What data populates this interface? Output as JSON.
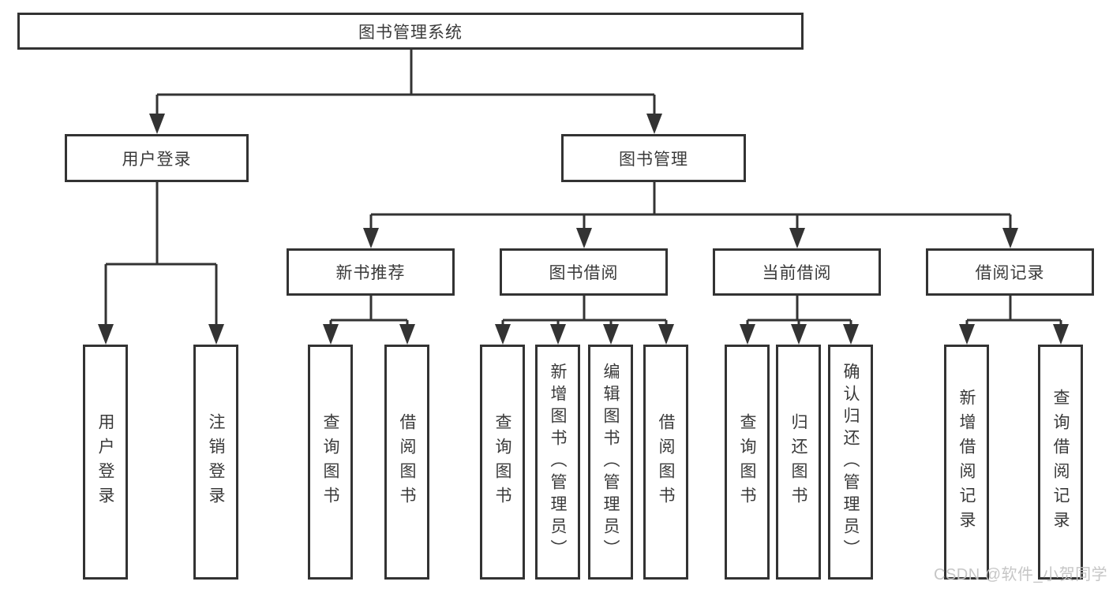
{
  "diagram": {
    "root": {
      "label": "图书管理系统"
    },
    "branches": [
      {
        "label": "用户登录",
        "children": [
          {
            "label": "用户登录"
          },
          {
            "label": "注销登录"
          }
        ]
      },
      {
        "label": "图书管理",
        "groups": [
          {
            "label": "新书推荐",
            "children": [
              {
                "label": "查询图书"
              },
              {
                "label": "借阅图书"
              }
            ]
          },
          {
            "label": "图书借阅",
            "children": [
              {
                "label": "查询图书"
              },
              {
                "label": "新增图书（管理员）"
              },
              {
                "label": "编辑图书（管理员）"
              },
              {
                "label": "借阅图书"
              }
            ]
          },
          {
            "label": "当前借阅",
            "children": [
              {
                "label": "查询图书"
              },
              {
                "label": "归还图书"
              },
              {
                "label": "确认归还（管理员）"
              }
            ]
          },
          {
            "label": "借阅记录",
            "children": [
              {
                "label": "新增借阅记录"
              },
              {
                "label": "查询借阅记录"
              }
            ]
          }
        ]
      }
    ]
  },
  "colors": {
    "line": "#333333",
    "box_border": "#333333",
    "text": "#3a3a3a",
    "watermark": "#c3c3c3"
  },
  "watermark": {
    "text": "CSDN @软件_小贺同学"
  }
}
